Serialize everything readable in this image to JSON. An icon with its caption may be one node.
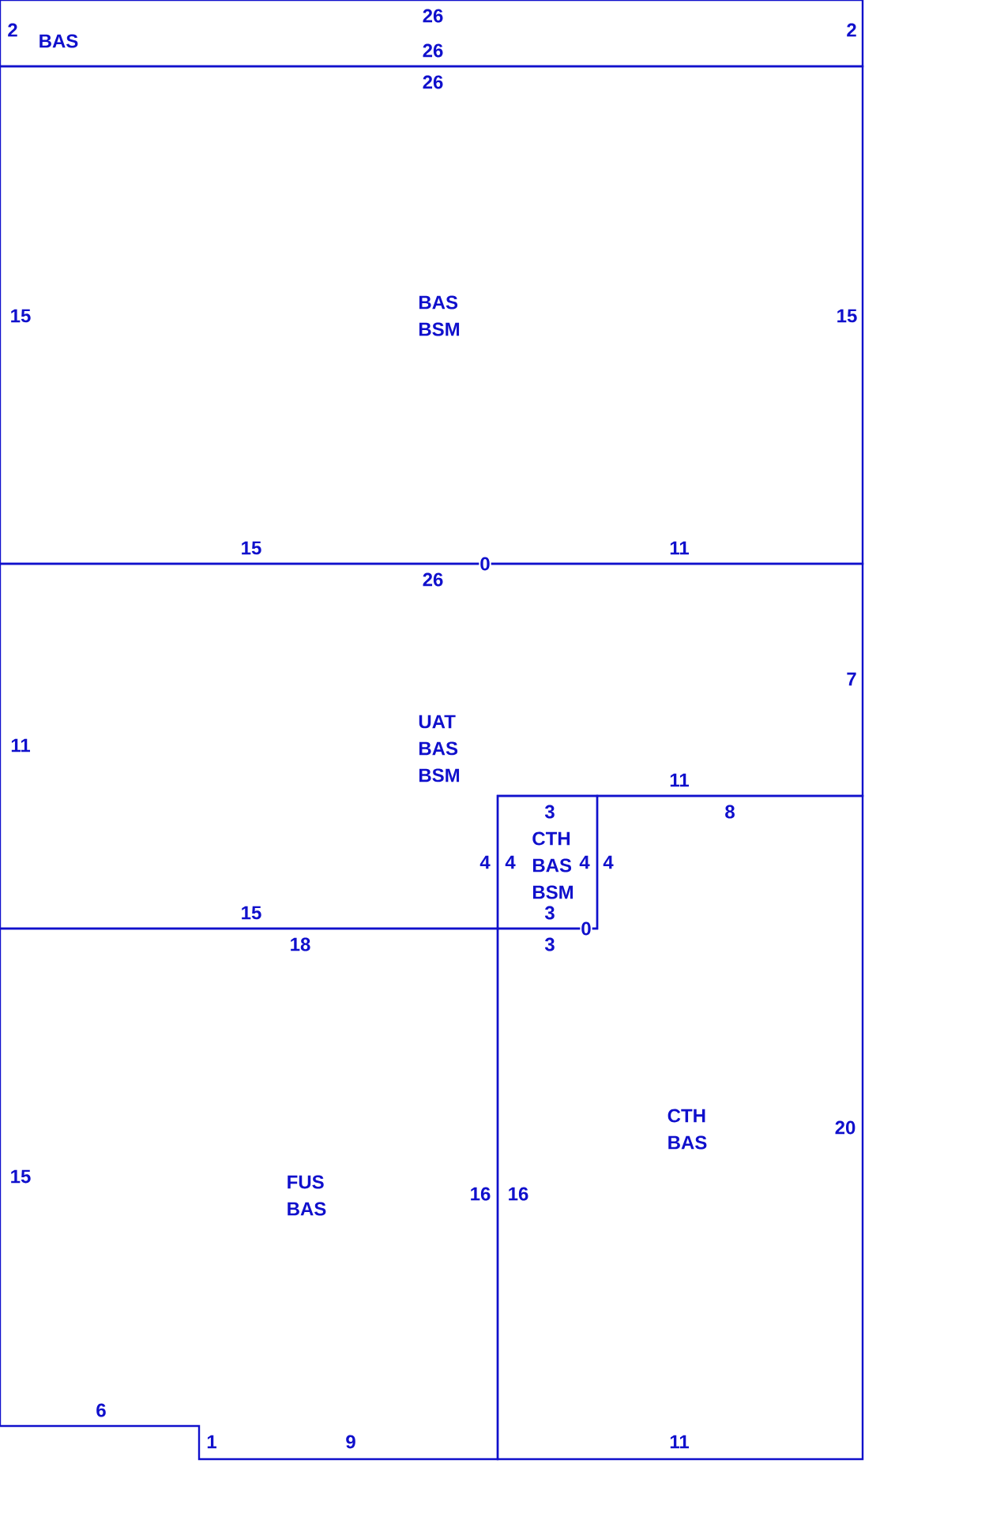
{
  "diagram": {
    "nodes": [
      {
        "text": [
          "BAS"
        ]
      },
      {
        "text": [
          "BAS",
          "BSM"
        ]
      },
      {
        "text": [
          "UAT",
          "BAS",
          "BSM"
        ]
      },
      {
        "text": [
          "CTH",
          "BAS",
          "BSM"
        ]
      },
      {
        "text": [
          "CTH",
          "BAS"
        ]
      },
      {
        "text": [
          "FUS",
          "BAS"
        ]
      }
    ],
    "edges": [],
    "labels": [
      "26",
      "2",
      "2",
      "26",
      "26",
      "15",
      "15",
      "15",
      "11",
      "0",
      "26",
      "7",
      "11",
      "11",
      "3",
      "8",
      "4",
      "4",
      "4",
      "4",
      "15",
      "3",
      "0",
      "18",
      "3",
      "20",
      "15",
      "16",
      "16",
      "6",
      "1",
      "9",
      "11"
    ]
  }
}
